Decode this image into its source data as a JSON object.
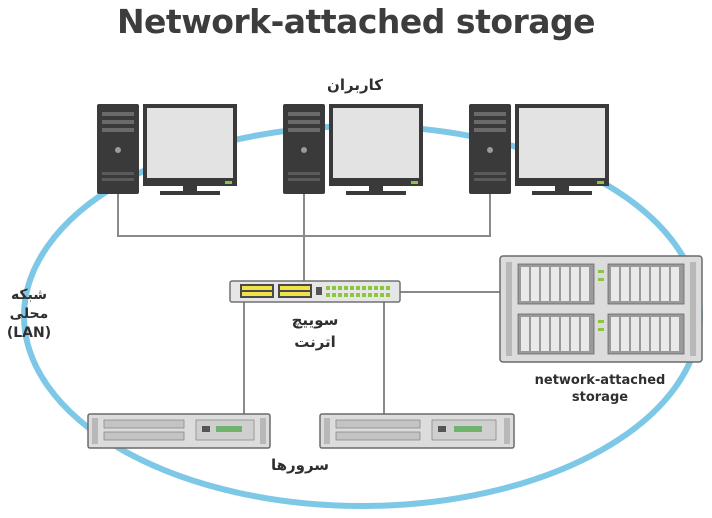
{
  "title": "Network-attached storage",
  "labels": {
    "users": "کاربران",
    "lan": [
      "شبکه",
      "محلی",
      "(LAN)"
    ],
    "switch": [
      "سوییچ",
      "اترنت"
    ],
    "nas": [
      "network-attached",
      "storage"
    ],
    "servers": "سرورها"
  },
  "colors": {
    "lan_ring": "#7dc8e6",
    "computer_case": "#3a3a3a",
    "monitor_screen": "#e3e3e3",
    "line": "#8a8a8a",
    "port_green": "#8cc63f",
    "port_yellow": "#f2e24a",
    "title": "#3d3d3d"
  }
}
